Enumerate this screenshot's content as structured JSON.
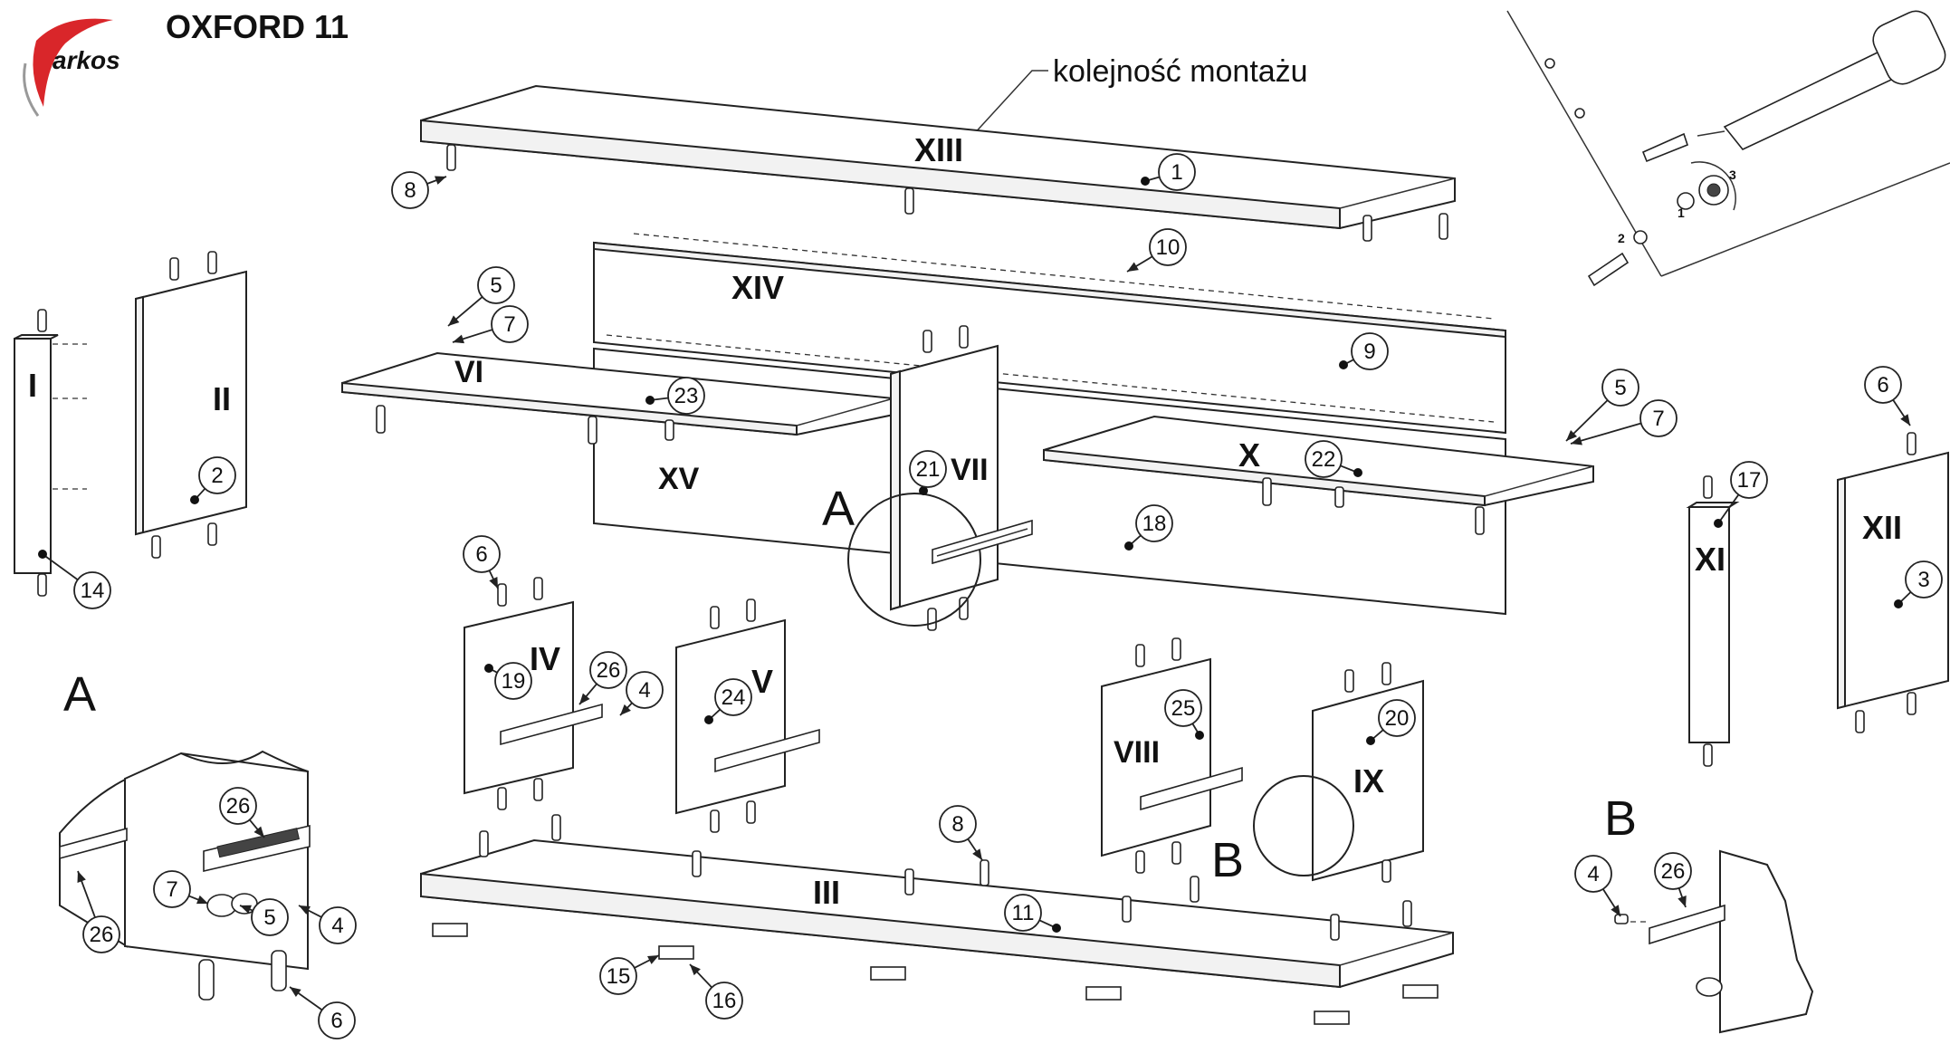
{
  "header": {
    "brand": "arkos",
    "title": "OXFORD 11",
    "order_label": "kolejność montażu"
  },
  "panels": [
    {
      "id": "I"
    },
    {
      "id": "II"
    },
    {
      "id": "III"
    },
    {
      "id": "IV"
    },
    {
      "id": "V"
    },
    {
      "id": "VI"
    },
    {
      "id": "VII"
    },
    {
      "id": "VIII"
    },
    {
      "id": "IX"
    },
    {
      "id": "X"
    },
    {
      "id": "XI"
    },
    {
      "id": "XII"
    },
    {
      "id": "XIII"
    },
    {
      "id": "XIV"
    },
    {
      "id": "XV"
    }
  ],
  "callouts": [
    "1",
    "2",
    "3",
    "4",
    "5",
    "6",
    "7",
    "8",
    "9",
    "10",
    "11",
    "14",
    "15",
    "16",
    "17",
    "18",
    "19",
    "20",
    "21",
    "22",
    "23",
    "24",
    "25",
    "26"
  ],
  "details": {
    "a": "A",
    "b": "B"
  },
  "screw_steps": [
    "1",
    "2",
    "3"
  ],
  "colors": {
    "line": "#222222",
    "fill": "#ffffff",
    "brand_red": "#d9262a"
  }
}
